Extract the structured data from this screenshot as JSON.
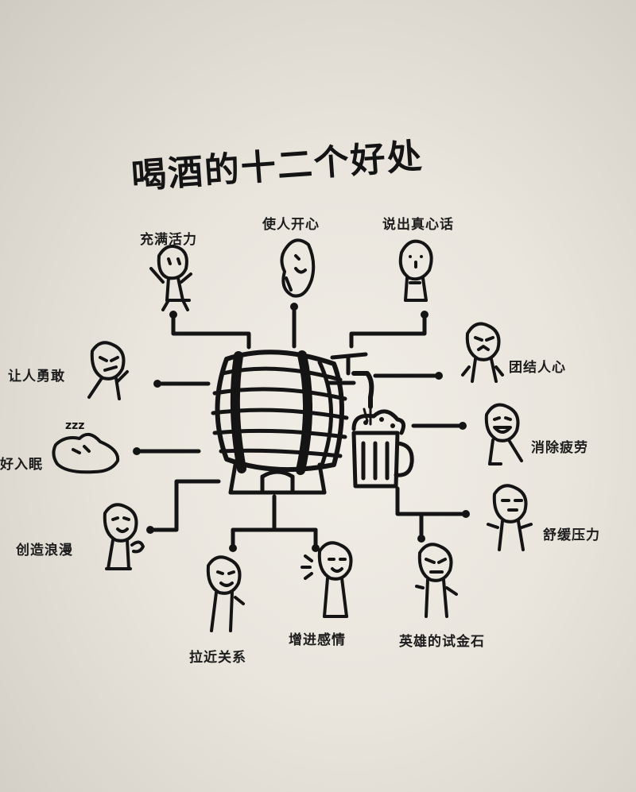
{
  "title": "喝酒的十二个好处",
  "benefits": [
    "充满活力",
    "使人开心",
    "说出真心话",
    "团结人心",
    "消除疲劳",
    "舒缓压力",
    "英雄的试金石",
    "增进感情",
    "拉近关系",
    "创造浪漫",
    "好入眠",
    "让人勇敢"
  ],
  "sleep_symbol": "zzz",
  "colors": {
    "wall": "#ebe7df",
    "ink": "#141414"
  }
}
